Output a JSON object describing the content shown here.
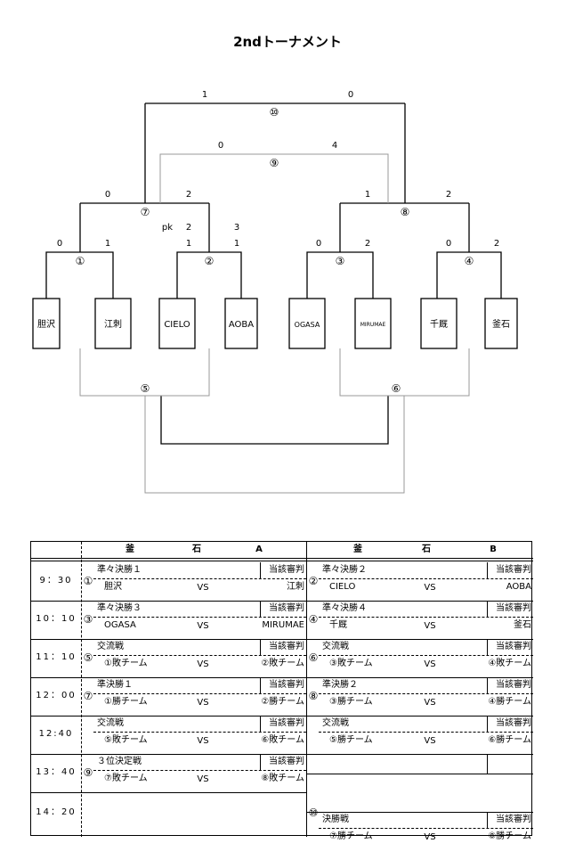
{
  "title": "2ndトーナメント",
  "bracket": {
    "teams": [
      "胆沢",
      "江刺",
      "CIELO",
      "AOBA",
      "OGASA",
      "MIRUMAE",
      "千厩",
      "釜石"
    ],
    "match1": {
      "num": "①",
      "left": "0",
      "right": "1"
    },
    "match2": {
      "num": "②",
      "left": "1",
      "right": "1",
      "pk_label": "pk",
      "pk_left": "2",
      "pk_right": "3"
    },
    "match3": {
      "num": "③",
      "left": "0",
      "right": "2"
    },
    "match4": {
      "num": "④",
      "left": "0",
      "right": "2"
    },
    "match5": {
      "num": "⑤"
    },
    "match6": {
      "num": "⑥"
    },
    "match7": {
      "num": "⑦",
      "left": "0",
      "right": "2"
    },
    "match8": {
      "num": "⑧",
      "left": "1",
      "right": "2"
    },
    "match9": {
      "num": "⑨",
      "left": "0",
      "right": "4"
    },
    "match10": {
      "num": "⑩",
      "left": "1",
      "right": "0"
    }
  },
  "schedule": {
    "header_a": {
      "c1": "釜",
      "c2": "石",
      "c3": "A"
    },
    "header_b": {
      "c1": "釜",
      "c2": "石",
      "c3": "B"
    },
    "referee": "当該審判",
    "vs": "VS",
    "rows": [
      {
        "time": "9：30",
        "a": {
          "num": "①",
          "name": "準々決勝１",
          "home": "胆沢",
          "away": "江刺"
        },
        "b": {
          "num": "②",
          "name": "準々決勝２",
          "home": "CIELO",
          "away": "AOBA"
        }
      },
      {
        "time": "10：10",
        "a": {
          "num": "③",
          "name": "準々決勝３",
          "home": "OGASA",
          "away": "MIRUMAE"
        },
        "b": {
          "num": "④",
          "name": "準々決勝４",
          "home": "千厩",
          "away": "釜石"
        }
      },
      {
        "time": "11：10",
        "a": {
          "num": "⑤",
          "name": "交流戦",
          "home": "①敗チーム",
          "away": "②敗チーム"
        },
        "b": {
          "num": "⑥",
          "name": "交流戦",
          "home": "③敗チーム",
          "away": "④敗チーム"
        }
      },
      {
        "time": "12：00",
        "a": {
          "num": "⑦",
          "name": "準決勝１",
          "home": "①勝チーム",
          "away": "②勝チーム"
        },
        "b": {
          "num": "⑧",
          "name": "準決勝２",
          "home": "③勝チーム",
          "away": "④勝チーム"
        }
      },
      {
        "time": "12:40",
        "a": {
          "num": "",
          "name": "交流戦",
          "home": "⑤敗チーム",
          "away": "⑥敗チーム"
        },
        "b": {
          "num": "",
          "name": "交流戦",
          "home": "⑤勝チーム",
          "away": "⑥勝チーム"
        }
      },
      {
        "time": "13：40",
        "a": {
          "num": "⑨",
          "name": "３位決定戦",
          "home": "⑦敗チーム",
          "away": "⑧敗チーム"
        }
      },
      {
        "time": "14：20",
        "b": {
          "num": "⑩",
          "name": "決勝戦",
          "home": "⑦勝チーム",
          "away": "⑧勝チーム"
        }
      }
    ]
  }
}
